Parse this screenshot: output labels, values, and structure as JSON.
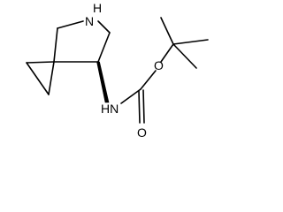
{
  "molecule": {
    "atoms": {
      "nh_ring": "N",
      "h_ring": "H",
      "nh_carbamate": "HN",
      "o_ester": "O",
      "o_carbonyl": "O"
    }
  }
}
